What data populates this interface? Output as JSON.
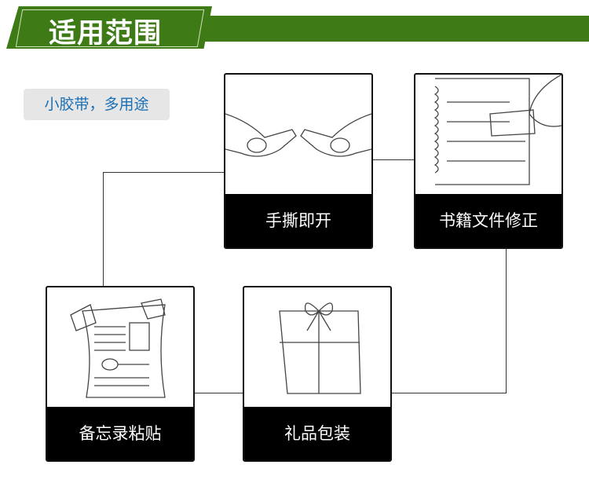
{
  "header": {
    "title": "适用范围"
  },
  "tagline": "小胶带，多用途",
  "cards": [
    {
      "label": "手撕即开"
    },
    {
      "label": "书籍文件修正"
    },
    {
      "label": "备忘录粘贴"
    },
    {
      "label": "礼品包装"
    }
  ],
  "colors": {
    "banner": "#3e7a16",
    "tagline": "#1a6fb5"
  }
}
